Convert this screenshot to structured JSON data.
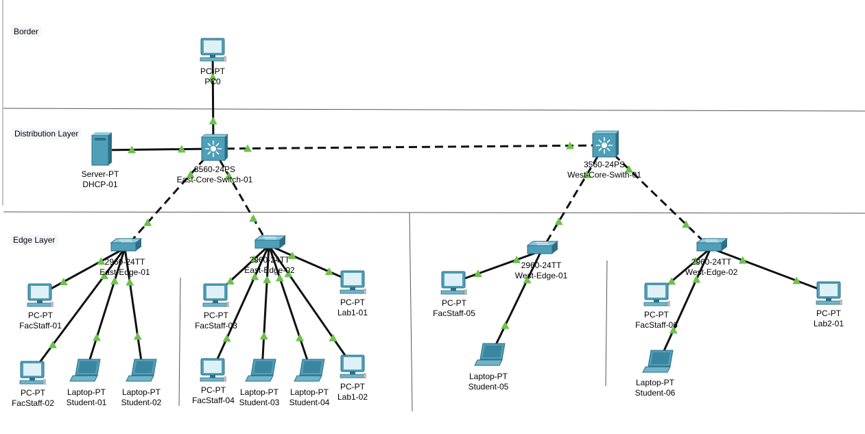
{
  "areas": {
    "border": "Border",
    "distribution": "Distribution Layer",
    "edge": "Edge Layer"
  },
  "devices": {
    "pc0": {
      "model": "PC-PT",
      "name": "PC0",
      "icon": "pc-icon"
    },
    "dhcp01": {
      "model": "Server-PT",
      "name": "DHCP-01",
      "icon": "server-icon"
    },
    "east_core": {
      "model": "3560-24PS",
      "name": "East-Core-Switch-01",
      "icon": "multilayer-switch-icon"
    },
    "west_core": {
      "model": "3560-24PS",
      "name": "West-Core-Swith-01",
      "icon": "multilayer-switch-icon"
    },
    "east_edge_01": {
      "model": "2960-24TT",
      "name": "East-Edge-01",
      "icon": "switch-icon"
    },
    "east_edge_02": {
      "model": "2960-24TT",
      "name": "East-Edge-02",
      "icon": "switch-icon"
    },
    "west_edge_01": {
      "model": "2960-24TT",
      "name": "West-Edge-01",
      "icon": "switch-icon"
    },
    "west_edge_02": {
      "model": "2960-24TT",
      "name": "West-Edge-02",
      "icon": "switch-icon"
    },
    "facstaff_01": {
      "model": "PC-PT",
      "name": "FacStaff-01",
      "icon": "pc-icon"
    },
    "facstaff_02": {
      "model": "PC-PT",
      "name": "FacStaff-02",
      "icon": "pc-icon"
    },
    "student_01": {
      "model": "Laptop-PT",
      "name": "Student-01",
      "icon": "laptop-icon"
    },
    "student_02": {
      "model": "Laptop-PT",
      "name": "Student-02",
      "icon": "laptop-icon"
    },
    "facstaff_03": {
      "model": "PC-PT",
      "name": "FacStaff-03",
      "icon": "pc-icon"
    },
    "facstaff_04": {
      "model": "PC-PT",
      "name": "FacStaff-04",
      "icon": "pc-icon"
    },
    "student_03": {
      "model": "Laptop-PT",
      "name": "Student-03",
      "icon": "laptop-icon"
    },
    "student_04": {
      "model": "Laptop-PT",
      "name": "Student-04",
      "icon": "laptop-icon"
    },
    "lab1_01": {
      "model": "PC-PT",
      "name": "Lab1-01",
      "icon": "pc-icon"
    },
    "lab1_02": {
      "model": "PC-PT",
      "name": "Lab1-02",
      "icon": "pc-icon"
    },
    "facstaff_05": {
      "model": "PC-PT",
      "name": "FacStaff-05",
      "icon": "pc-icon"
    },
    "student_05": {
      "model": "Laptop-PT",
      "name": "Student-05",
      "icon": "laptop-icon"
    },
    "facstaff_06": {
      "model": "PC-PT",
      "name": "FacStaff-06",
      "icon": "pc-icon"
    },
    "student_06": {
      "model": "Laptop-PT",
      "name": "Student-06",
      "icon": "laptop-icon"
    },
    "lab2_01": {
      "model": "PC-PT",
      "name": "Lab2-01",
      "icon": "pc-icon"
    }
  },
  "links": [
    {
      "from": "pc0",
      "to": "east_core",
      "cable": "copper-straight"
    },
    {
      "from": "dhcp01",
      "to": "east_core",
      "cable": "copper-straight"
    },
    {
      "from": "east_core",
      "to": "west_core",
      "cable": "copper-cross"
    },
    {
      "from": "east_core",
      "to": "east_edge_01",
      "cable": "copper-cross"
    },
    {
      "from": "east_core",
      "to": "east_edge_02",
      "cable": "copper-cross"
    },
    {
      "from": "west_core",
      "to": "west_edge_01",
      "cable": "copper-cross"
    },
    {
      "from": "west_core",
      "to": "west_edge_02",
      "cable": "copper-cross"
    },
    {
      "from": "east_edge_01",
      "to": "facstaff_01",
      "cable": "copper-straight"
    },
    {
      "from": "east_edge_01",
      "to": "facstaff_02",
      "cable": "copper-straight"
    },
    {
      "from": "east_edge_01",
      "to": "student_01",
      "cable": "copper-straight"
    },
    {
      "from": "east_edge_01",
      "to": "student_02",
      "cable": "copper-straight"
    },
    {
      "from": "east_edge_02",
      "to": "facstaff_03",
      "cable": "copper-straight"
    },
    {
      "from": "east_edge_02",
      "to": "facstaff_04",
      "cable": "copper-straight"
    },
    {
      "from": "east_edge_02",
      "to": "student_03",
      "cable": "copper-straight"
    },
    {
      "from": "east_edge_02",
      "to": "student_04",
      "cable": "copper-straight"
    },
    {
      "from": "east_edge_02",
      "to": "lab1_01",
      "cable": "copper-straight"
    },
    {
      "from": "east_edge_02",
      "to": "lab1_02",
      "cable": "copper-straight"
    },
    {
      "from": "west_edge_01",
      "to": "facstaff_05",
      "cable": "copper-straight"
    },
    {
      "from": "west_edge_01",
      "to": "student_05",
      "cable": "copper-straight"
    },
    {
      "from": "west_edge_02",
      "to": "facstaff_06",
      "cable": "copper-straight"
    },
    {
      "from": "west_edge_02",
      "to": "student_06",
      "cable": "copper-straight"
    },
    {
      "from": "west_edge_02",
      "to": "lab2_01",
      "cable": "copper-straight"
    }
  ],
  "colors": {
    "link": "#111111",
    "port_up": "#6cc24a",
    "device_body": "#4f9fb8",
    "device_dark": "#2e6e85",
    "screen": "#dff1f7",
    "area_line": "#555555"
  }
}
